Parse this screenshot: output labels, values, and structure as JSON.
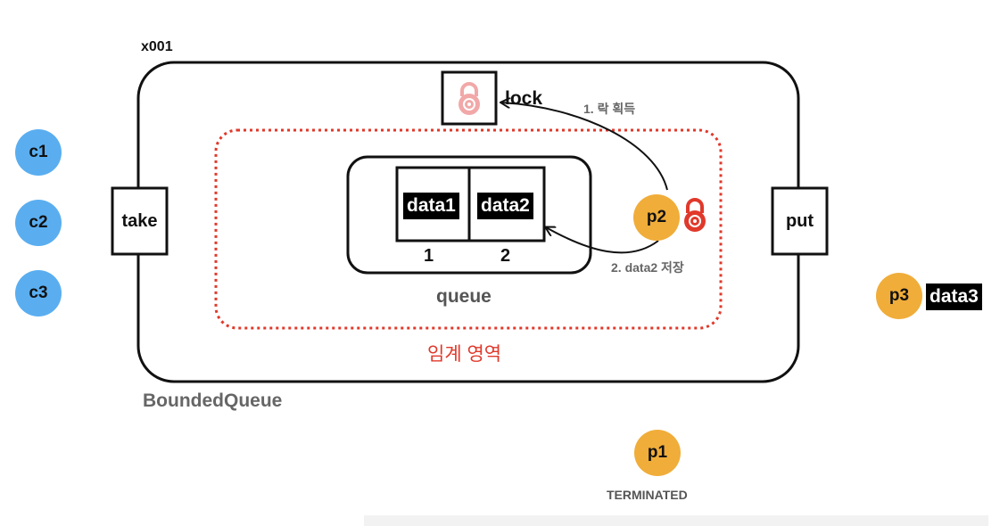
{
  "labels": {
    "object_id": "x001",
    "lock": "lock",
    "step1": "1. 락 획득",
    "step2": "2. data2 저장",
    "take": "take",
    "put": "put",
    "queue": "queue",
    "critical_section": "임계 영역",
    "container": "BoundedQueue",
    "terminated": "TERMINATED"
  },
  "consumers": [
    "c1",
    "c2",
    "c3"
  ],
  "producers": {
    "p1": "p1",
    "p2": "p2",
    "p3": "p3"
  },
  "queue": {
    "slots": [
      {
        "value": "data1",
        "index": "1"
      },
      {
        "value": "data2",
        "index": "2"
      }
    ]
  },
  "pending_data": "data3",
  "colors": {
    "consumer": "#5aaef0",
    "producer": "#f0ad3a",
    "critical_section_border": "#e0392b",
    "lock_held": "#e0392b",
    "lock_free": "#f2a8a8"
  }
}
